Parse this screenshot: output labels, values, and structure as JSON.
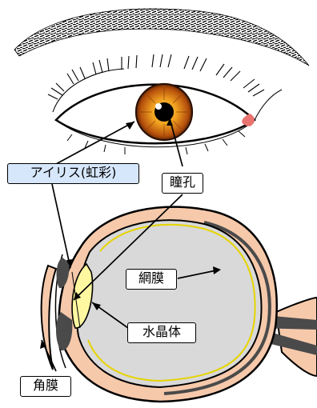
{
  "labels": {
    "iris": "アイリス(虹彩)",
    "pupil": "瞳孔",
    "retina": "網膜",
    "lens": "水晶体",
    "cornea": "角膜"
  },
  "colors": {
    "iris_highlight": "#d6e6fb",
    "eyeball_fill": "#d9d9d9",
    "sclera_skin": "#f6c9ab",
    "retina_line": "#e6d400",
    "iris_orange": "#e8840e",
    "caruncle_pink": "#e8736f",
    "nerve_gray": "#4a4a4a"
  },
  "icons": [
    "eyebrow",
    "eye-with-lashes",
    "eyeball-cross-section"
  ]
}
